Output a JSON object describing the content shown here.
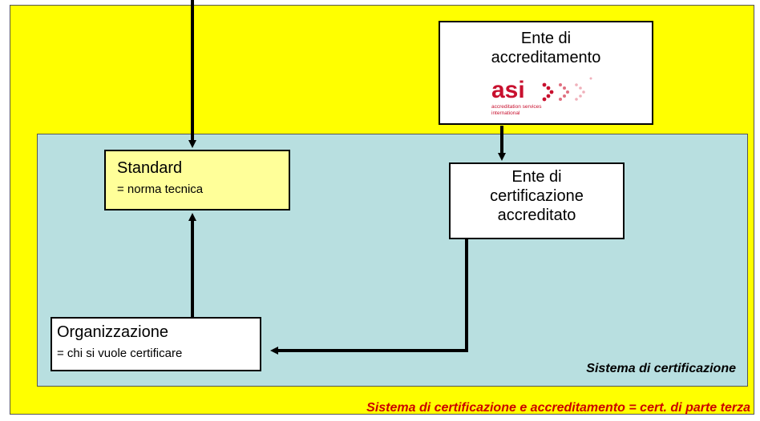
{
  "standard": {
    "title": "Standard",
    "subtitle": "= norma tecnica"
  },
  "organizzazione": {
    "title": "Organizzazione",
    "subtitle": "= chi si vuole certificare"
  },
  "ente_accreditamento": {
    "title_line1": "Ente di",
    "title_line2": "accreditamento"
  },
  "logo": {
    "wordmark": "asi",
    "tagline_line1": "accreditation services",
    "tagline_line2": "international",
    "color": "#c8102e"
  },
  "ente_certificazione": {
    "line1": "Ente di",
    "line2": "certificazione",
    "line3": "accreditato"
  },
  "labels": {
    "sistema_certificazione": "Sistema di certificazione",
    "sistema_accreditamento": "Sistema di certificazione e accreditamento =  cert. di parte terza"
  },
  "colors": {
    "outer_bg": "#ffff00",
    "inner_bg": "#b8dfe0",
    "standard_bg": "#ffff99",
    "outer_label": "#cc0000"
  }
}
